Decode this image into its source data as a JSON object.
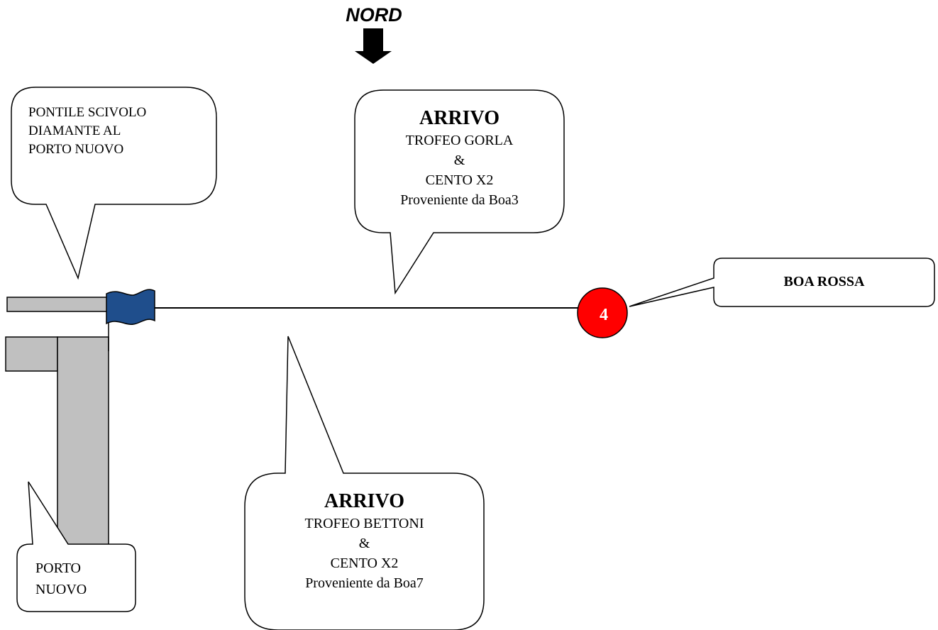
{
  "north_label": "NORD",
  "callouts": {
    "pontile": {
      "lines": [
        "PONTILE SCIVOLO",
        "DIAMANTE AL",
        "PORTO NUOVO"
      ]
    },
    "arrivo_top": {
      "title": "ARRIVO",
      "lines": [
        "TROFEO GORLA",
        "&",
        "CENTO X2",
        "Proveniente da Boa3"
      ]
    },
    "boa_rossa": {
      "label": "BOA ROSSA"
    },
    "arrivo_bottom": {
      "title": "ARRIVO",
      "lines": [
        "TROFEO BETTONI",
        "&",
        "CENTO X2",
        "Proveniente da Boa7"
      ]
    },
    "porto": {
      "lines": [
        "PORTO",
        "NUOVO"
      ]
    }
  },
  "buoy": {
    "number": "4",
    "color": "#ff0000"
  },
  "colors": {
    "pier_fill": "#c0c0c0",
    "flag_fill": "#1f4e8c",
    "outline": "#000000"
  },
  "icons": {
    "north_arrow": "arrow-down-icon",
    "flag": "flag-icon",
    "buoy": "buoy-icon"
  }
}
